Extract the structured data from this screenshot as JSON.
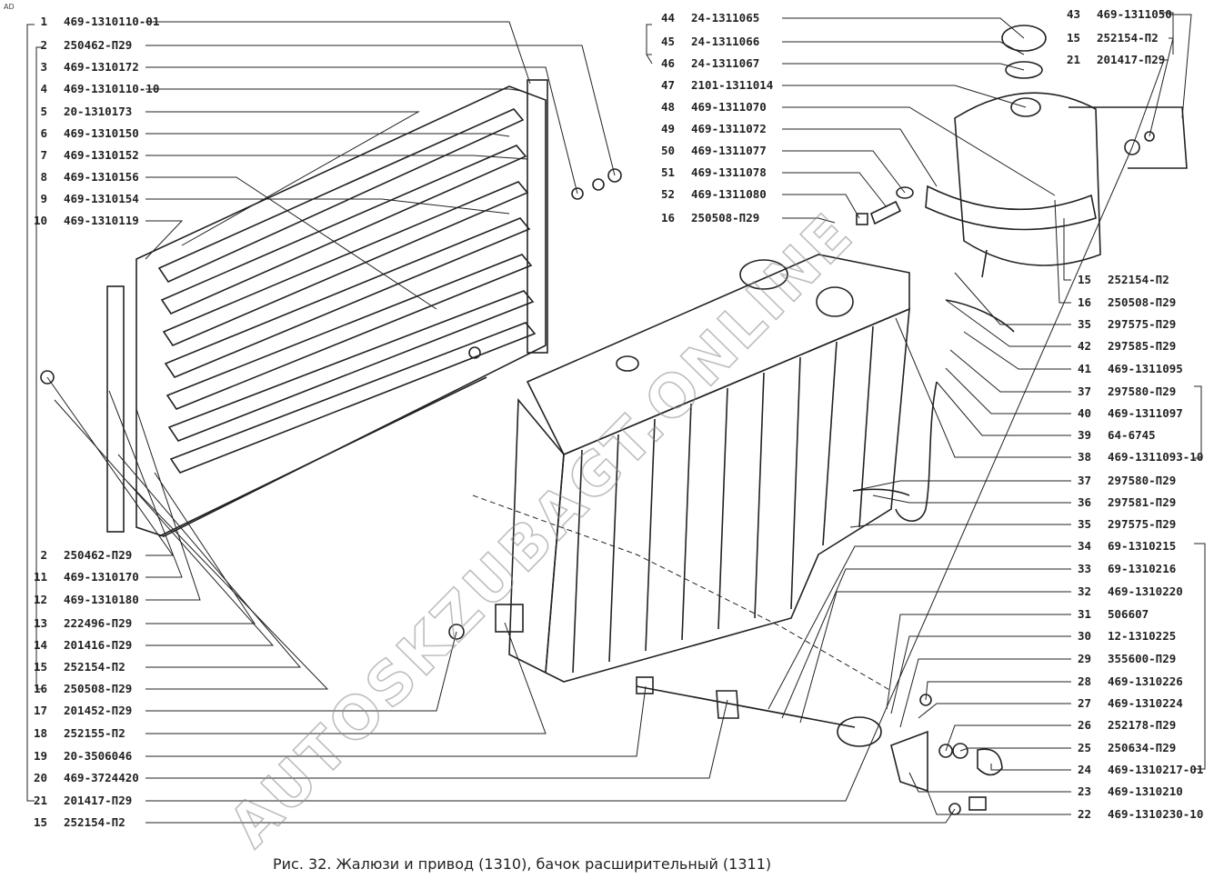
{
  "corner_mark": "AD",
  "caption": "Рис. 32. Жалюзи и привод (1310), бачок расширительный (1311)",
  "watermark": "AUTOSKZUBAGT.ONLINE",
  "labels_left": [
    {
      "num": "1",
      "code": "469-1310110-01"
    },
    {
      "num": "2",
      "code": "250462-П29"
    },
    {
      "num": "3",
      "code": "469-1310172"
    },
    {
      "num": "4",
      "code": "469-1310110-10"
    },
    {
      "num": "5",
      "code": "20-1310173"
    },
    {
      "num": "6",
      "code": "469-1310150"
    },
    {
      "num": "7",
      "code": "469-1310152"
    },
    {
      "num": "8",
      "code": "469-1310156"
    },
    {
      "num": "9",
      "code": "469-1310154"
    },
    {
      "num": "10",
      "code": "469-1310119"
    },
    {
      "num": "2",
      "code": "250462-П29"
    },
    {
      "num": "11",
      "code": "469-1310170"
    },
    {
      "num": "12",
      "code": "469-1310180"
    },
    {
      "num": "13",
      "code": "222496-П29"
    },
    {
      "num": "14",
      "code": "201416-П29"
    },
    {
      "num": "15",
      "code": "252154-П2"
    },
    {
      "num": "16",
      "code": "250508-П29"
    },
    {
      "num": "17",
      "code": "201452-П29"
    },
    {
      "num": "18",
      "code": "252155-П2"
    },
    {
      "num": "19",
      "code": "20-3506046"
    },
    {
      "num": "20",
      "code": "469-3724420"
    },
    {
      "num": "21",
      "code": "201417-П29"
    },
    {
      "num": "15",
      "code": "252154-П2"
    }
  ],
  "labels_top_middle": [
    {
      "num": "44",
      "code": "24-1311065"
    },
    {
      "num": "45",
      "code": "24-1311066"
    },
    {
      "num": "46",
      "code": "24-1311067"
    },
    {
      "num": "47",
      "code": "2101-1311014"
    },
    {
      "num": "48",
      "code": "469-1311070"
    },
    {
      "num": "49",
      "code": "469-1311072"
    },
    {
      "num": "50",
      "code": "469-1311077"
    },
    {
      "num": "51",
      "code": "469-1311078"
    },
    {
      "num": "52",
      "code": "469-1311080"
    },
    {
      "num": "16",
      "code": "250508-П29"
    }
  ],
  "labels_top_right": [
    {
      "num": "43",
      "code": "469-1311050"
    },
    {
      "num": "15",
      "code": "252154-П2"
    },
    {
      "num": "21",
      "code": "201417-П29"
    }
  ],
  "labels_right": [
    {
      "num": "15",
      "code": "252154-П2"
    },
    {
      "num": "16",
      "code": "250508-П29"
    },
    {
      "num": "35",
      "code": "297575-П29"
    },
    {
      "num": "42",
      "code": "297585-П29"
    },
    {
      "num": "41",
      "code": "469-1311095"
    },
    {
      "num": "37",
      "code": "297580-П29"
    },
    {
      "num": "40",
      "code": "469-1311097"
    },
    {
      "num": "39",
      "code": "64-6745"
    },
    {
      "num": "38",
      "code": "469-1311093-10"
    },
    {
      "num": "37",
      "code": "297580-П29"
    },
    {
      "num": "36",
      "code": "297581-П29"
    },
    {
      "num": "35",
      "code": "297575-П29"
    },
    {
      "num": "34",
      "code": "69-1310215"
    },
    {
      "num": "33",
      "code": "69-1310216"
    },
    {
      "num": "32",
      "code": "469-1310220"
    },
    {
      "num": "31",
      "code": "506607"
    },
    {
      "num": "30",
      "code": "12-1310225"
    },
    {
      "num": "29",
      "code": "355600-П29"
    },
    {
      "num": "28",
      "code": "469-1310226"
    },
    {
      "num": "27",
      "code": "469-1310224"
    },
    {
      "num": "26",
      "code": "252178-П29"
    },
    {
      "num": "25",
      "code": "250634-П29"
    },
    {
      "num": "24",
      "code": "469-1310217-01"
    },
    {
      "num": "23",
      "code": "469-1310210"
    },
    {
      "num": "22",
      "code": "469-1310230-10"
    }
  ]
}
